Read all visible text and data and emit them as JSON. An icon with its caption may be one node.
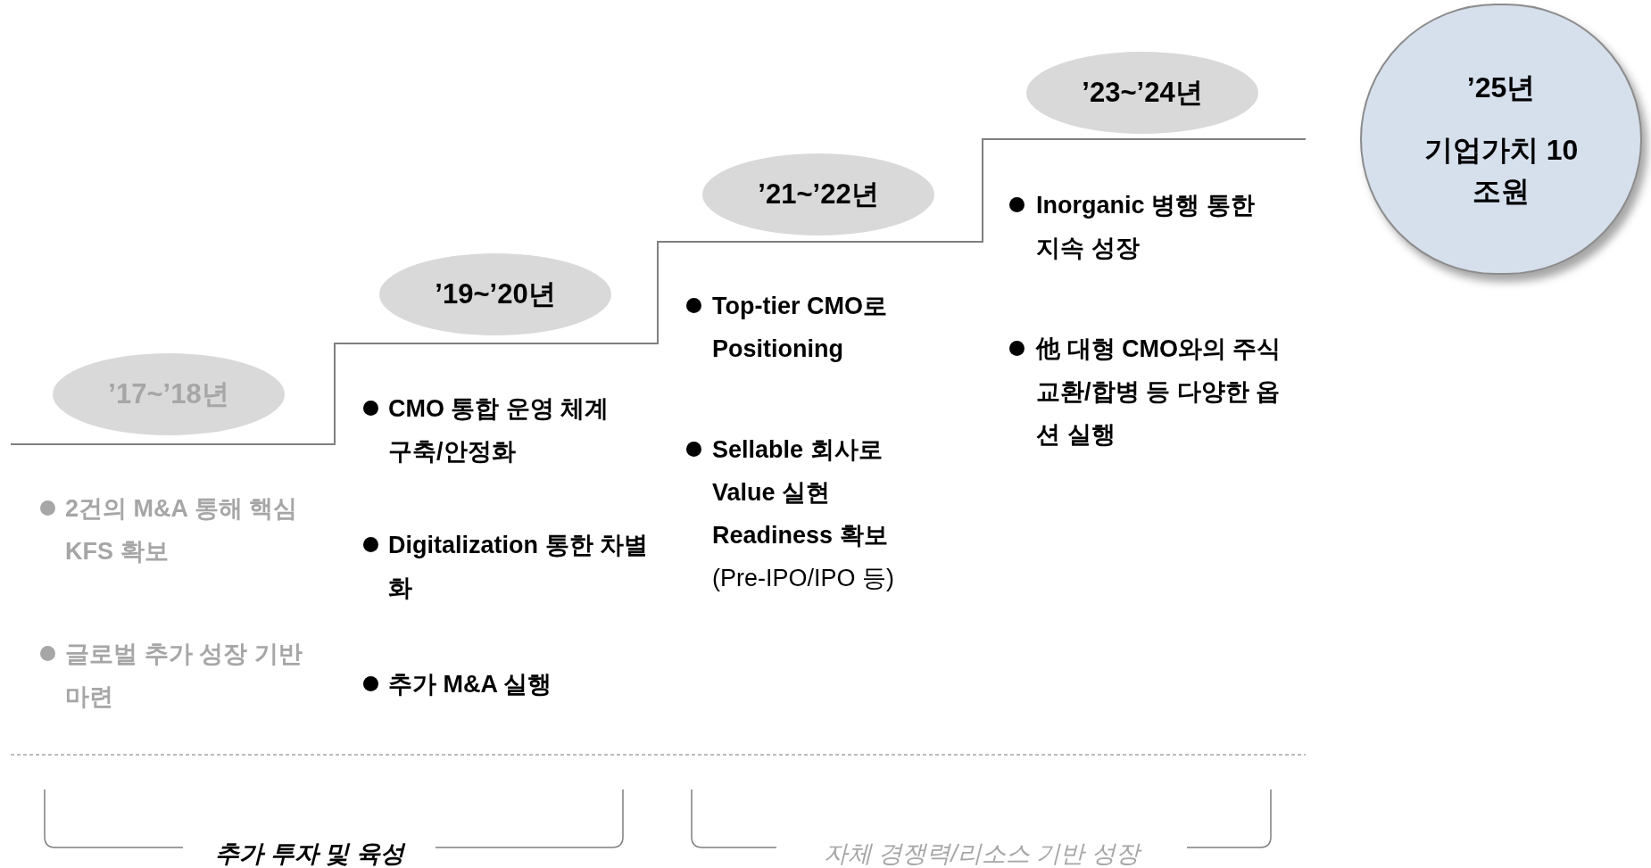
{
  "diagram": {
    "nodes": [
      {
        "text": [
          "’17~’18년"
        ]
      },
      {
        "text": [
          "’19~’20년"
        ]
      },
      {
        "text": [
          "’21~’22년"
        ]
      },
      {
        "text": [
          "’23~’24년"
        ]
      },
      {
        "text": [
          "’25년",
          "기업가치 10조원"
        ]
      }
    ],
    "labels": [
      "2건의 M&A 통해 핵심 KFS 확보",
      "글로벌 추가 성장 기반 마련",
      "CMO 통합 운영 체계 구축/안정화",
      "Digitalization 통한 차별화",
      "추가 M&A 실행",
      "Top-tier CMO로 Positioning",
      "**Sellable 회사로 Value 실현 Readiness 확보** (Pre-IPO/IPO 등)",
      "Inorganic 병행 통한 지속 성장",
      "他 대형 CMO와의 주식교환/합병 등 다양한 옵션 실행",
      "추가 투자 및 육성",
      "자체 경쟁력/리소스 기반 성장"
    ]
  }
}
